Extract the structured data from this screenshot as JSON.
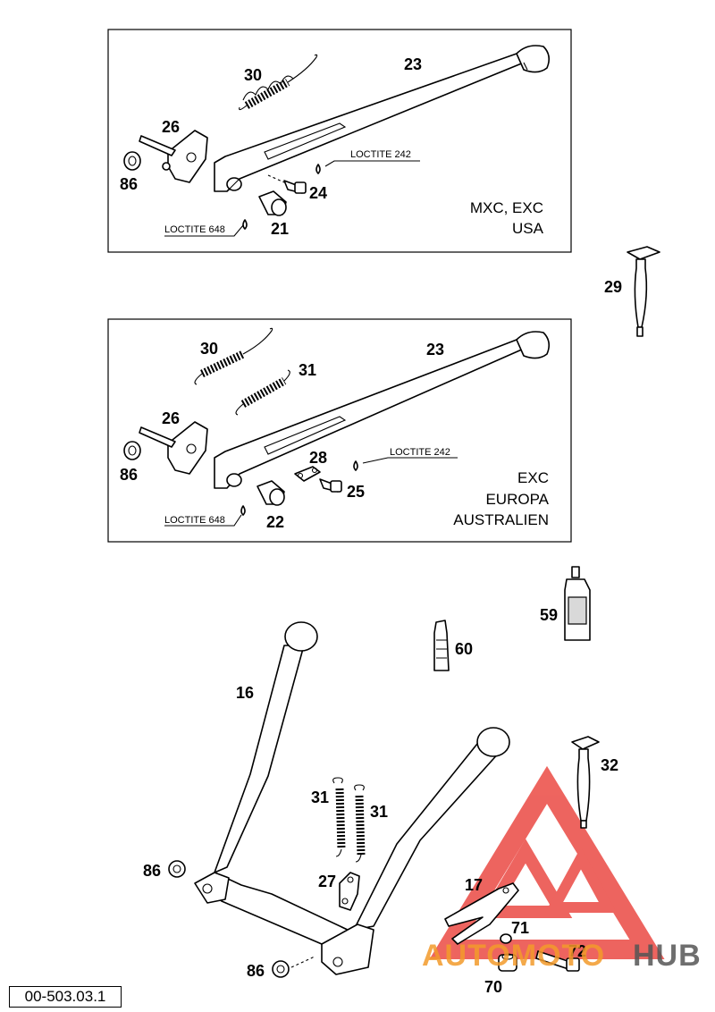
{
  "diagram_id": "00-503.03.1",
  "panel_usa": {
    "variant_lines": [
      "MXC, EXC",
      "USA"
    ],
    "callouts": {
      "spring": "30",
      "stand": "23",
      "pivot": "26",
      "nut": "86",
      "bolt": "24",
      "bush": "21"
    },
    "loctite_upper": "LOCTITE 242",
    "loctite_lower": "LOCTITE 648"
  },
  "panel_europe": {
    "variant_lines": [
      "EXC",
      "EUROPA",
      "AUSTRALIEN"
    ],
    "callouts": {
      "spring_a": "30",
      "spring_b": "31",
      "stand": "23",
      "pivot": "26",
      "nut": "86",
      "plate": "28",
      "bolt": "25",
      "bush": "22"
    },
    "loctite_upper": "LOCTITE 242",
    "loctite_lower": "LOCTITE 648"
  },
  "loose_parts": {
    "tool_upper": "29",
    "bottle": "59",
    "tube": "60",
    "tool_lower": "32"
  },
  "center_stand": {
    "stand": "16",
    "spring_left": "31",
    "spring_right": "31",
    "nut_upper": "86",
    "bracket": "27",
    "lever": "17",
    "nut_small": "71",
    "bolt": "72",
    "bush": "70",
    "nut_lower": "86"
  },
  "watermark": {
    "part1": "AUTOMOTO",
    "part2": "HUB",
    "color_red": "#e8312a",
    "color_orange": "#f39b2b",
    "color_grey": "#555555"
  }
}
